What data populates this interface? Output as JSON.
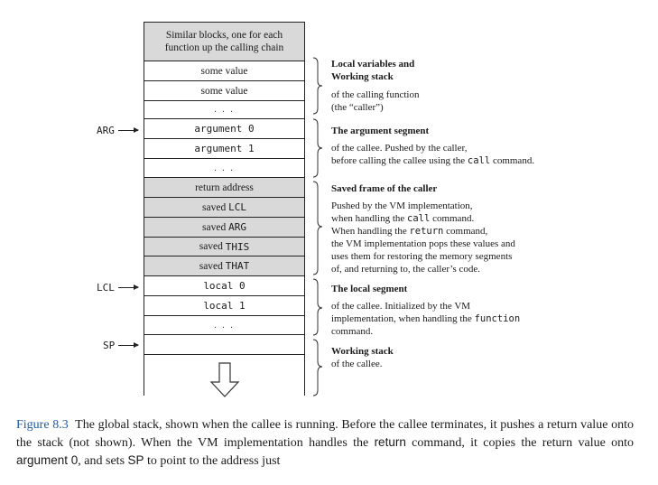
{
  "stack": {
    "header": "Similar blocks, one for each function up the calling chain",
    "cells": [
      {
        "text": "some value",
        "mono": false,
        "shaded": false
      },
      {
        "text": "some value",
        "mono": false,
        "shaded": false
      },
      {
        "text": ". . .",
        "mono": false,
        "shaded": false
      },
      {
        "text": "argument 0",
        "mono": true,
        "shaded": false
      },
      {
        "text": "argument 1",
        "mono": true,
        "shaded": false
      },
      {
        "text": ". . .",
        "mono": false,
        "shaded": false
      },
      {
        "text": "return address",
        "mono": false,
        "shaded": true
      },
      {
        "prefix": "saved ",
        "code": "LCL",
        "shaded": true
      },
      {
        "prefix": "saved ",
        "code": "ARG",
        "shaded": true
      },
      {
        "prefix": "saved ",
        "code": "THIS",
        "shaded": true
      },
      {
        "prefix": "saved ",
        "code": "THAT",
        "shaded": true
      },
      {
        "text": "local 0",
        "mono": true,
        "shaded": false
      },
      {
        "text": "local 1",
        "mono": true,
        "shaded": false
      },
      {
        "text": ". . .",
        "mono": false,
        "shaded": false
      }
    ]
  },
  "pointers": {
    "arg": "ARG",
    "lcl": "LCL",
    "sp": "SP"
  },
  "annotations": {
    "caller_local": {
      "heading_1": "Local variables and",
      "heading_2": "Working stack",
      "line_1": "of the calling function",
      "line_2": "(the “caller”)"
    },
    "argument": {
      "heading": "The argument segment",
      "line_1": "of the callee. Pushed by the caller,",
      "line_2_a": "before calling the callee using the ",
      "line_2_code": "call",
      "line_2_b": " command."
    },
    "saved_frame": {
      "heading": "Saved frame of the caller",
      "line_1": "Pushed by the VM implementation,",
      "line_2_a": "when handling the ",
      "line_2_code": "call",
      "line_2_b": " command.",
      "line_3_a": "When handling the ",
      "line_3_code": "return",
      "line_3_b": " command,",
      "line_4": "the VM implementation pops these values and",
      "line_5": "uses them for restoring the memory segments",
      "line_6": "of, and returning to, the caller’s code."
    },
    "local": {
      "heading": "The local segment",
      "line_1": "of the callee. Initialized by the VM",
      "line_2_a": "implementation, when handling the ",
      "line_2_code": "function",
      "line_3": "command."
    },
    "working": {
      "heading": "Working stack",
      "line_1": "of the callee."
    }
  },
  "caption": {
    "label": "Figure 8.3",
    "text_1": "The global stack, shown when the callee is running. Before the callee terminates, it pushes a return value onto the stack (not shown). When the VM implementation handles the ",
    "code_1": "return",
    "text_2": " command, it copies the return value onto ",
    "code_2": "argument 0",
    "text_3": ", and sets ",
    "code_3": "SP",
    "text_4": " to point to the address just"
  }
}
